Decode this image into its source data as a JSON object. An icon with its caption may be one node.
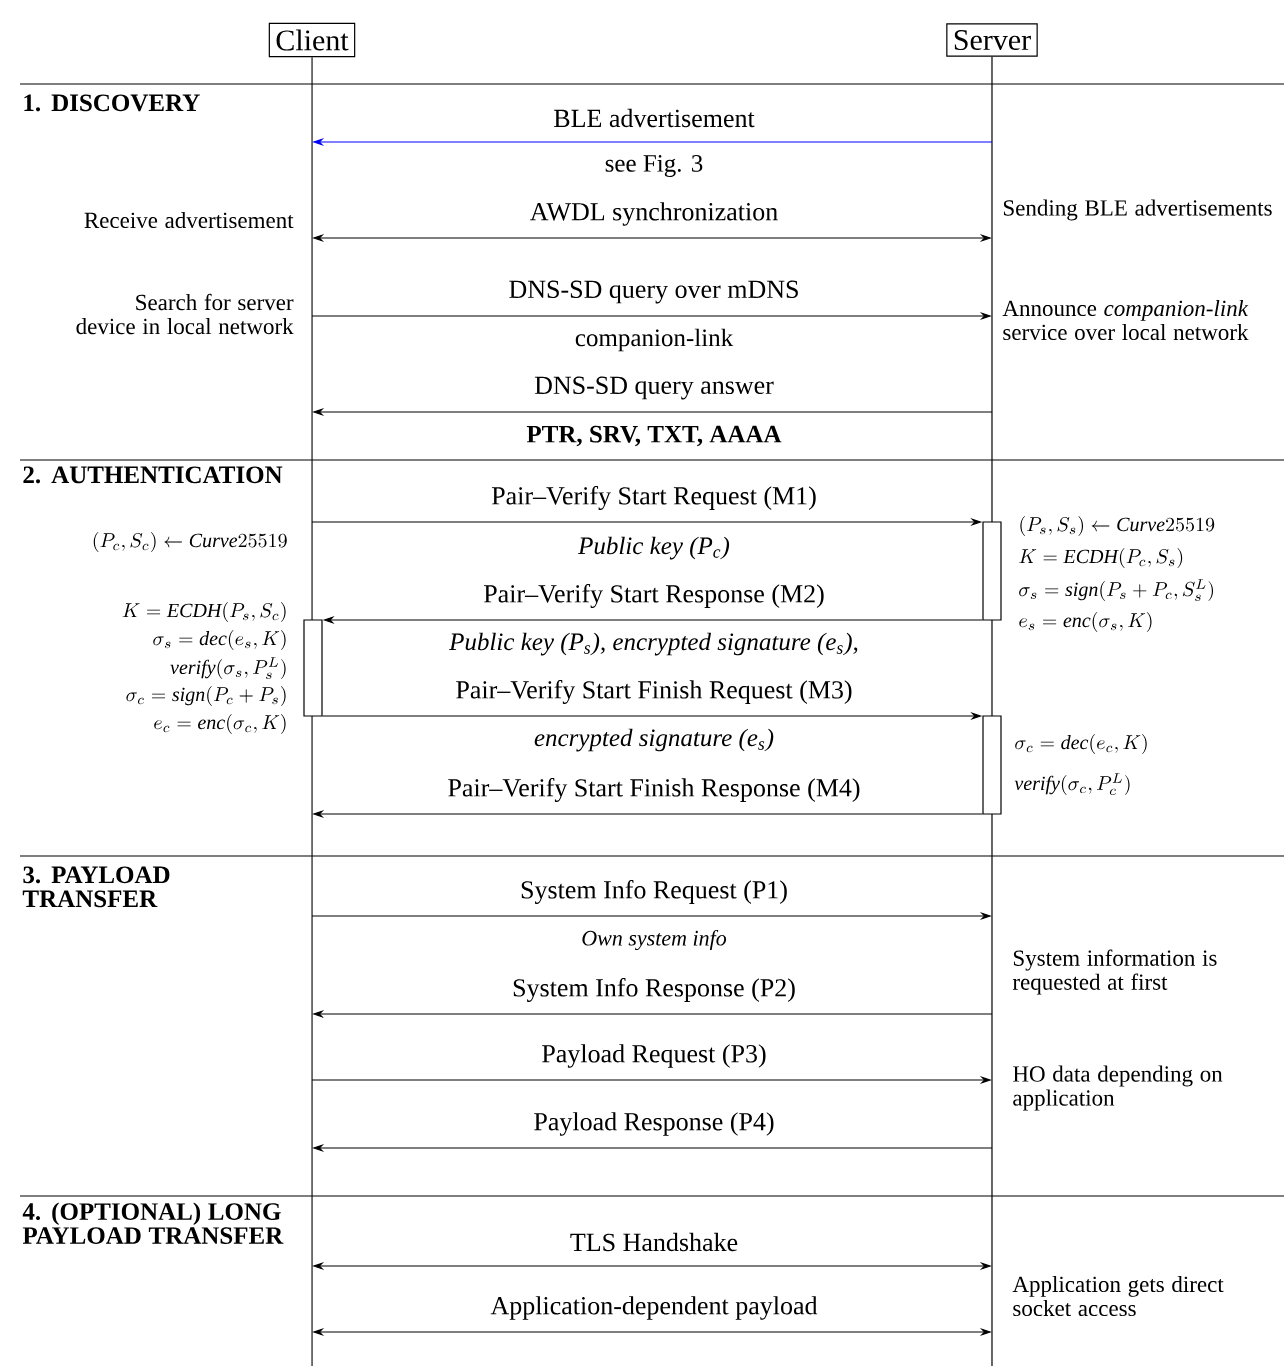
{
  "diagram": {
    "nodes": [
      {
        "text": [
          "Client"
        ]
      },
      {
        "text": [
          "Server"
        ]
      },
      {
        "text": [],
        "shape": "bar",
        "in": 1,
        "beside": [
          "(P_s,S_s) \\leftarrow \\mathit{Curve}25519",
          "K = \\mathit{ECDH}(P_c,S_s)",
          "\\sigma_s = \\mathit{sign}(P_s+P_c,S_s^L)",
          "e_s = \\mathit{enc}(\\sigma_s,K)"
        ]
      },
      {
        "text": [],
        "shape": "bar",
        "in": 0,
        "beside": [
          "K = \\mathit{ECDH}(P_s,S_c)",
          "\\sigma_s = \\mathit{dec}(e_s,K)",
          "\\mathit{verify}(\\sigma_s,P_s^L)",
          "\\sigma_c = \\mathit{sign}(P_c+P_s)",
          "e_c = \\mathit{enc}(\\sigma_c,K)"
        ]
      },
      {
        "text": [],
        "shape": "bar",
        "in": 1,
        "beside": [
          "\\sigma_c = \\mathit{dec}(e_c,K)",
          "\\mathit{verify}(\\sigma_c,P_c^L)"
        ]
      }
    ],
    "edges": [
      {
        "from": 1,
        "to": 0,
        "arrow": "to",
        "label": "BLE advertisement",
        "color": "#0000ff"
      },
      {
        "from": 0,
        "to": 1,
        "arrow": "both",
        "label": "AWDL synchronization"
      },
      {
        "from": 0,
        "to": 1,
        "arrow": "to",
        "label": "DNS-SD query over mDNS"
      },
      {
        "from": 1,
        "to": 0,
        "arrow": "to",
        "label": "DNS-SD query answer"
      },
      {
        "from": 0,
        "to": 2,
        "arrow": "to",
        "label": "Pair–Verify Start Request (M1)"
      },
      {
        "from": 2,
        "to": 3,
        "arrow": "to",
        "label": "Pair–Verify Start Response (M2)"
      },
      {
        "from": 3,
        "to": 4,
        "arrow": "to",
        "label": "Pair–Verify Start Finish Request (M3)"
      },
      {
        "from": 4,
        "to": 0,
        "arrow": "to",
        "label": "Pair–Verify Start Finish Response (M4)"
      },
      {
        "from": 0,
        "to": 1,
        "arrow": "to",
        "label": "System Info Request (P1)"
      },
      {
        "from": 1,
        "to": 0,
        "arrow": "to",
        "label": "System Info Response (P2)"
      },
      {
        "from": 0,
        "to": 1,
        "arrow": "to",
        "label": "Payload Request (P3)"
      },
      {
        "from": 1,
        "to": 0,
        "arrow": "to",
        "label": "Payload Response (P4)"
      },
      {
        "from": 0,
        "to": 1,
        "arrow": "both",
        "label": "TLS Handshake"
      },
      {
        "from": 0,
        "to": 1,
        "arrow": "both",
        "label": "Application-dependent payload"
      }
    ],
    "labels": [
      "1. DISCOVERY",
      "see Fig. 3",
      "Receive advertisement",
      "Sending BLE advertisements",
      "Search for server device in local network",
      "Announce *companion-link* service over local network",
      "companion-link",
      "PTR, SRV, TXT, AAAA",
      "2. AUTHENTICATION",
      "(P_c,S_c) \\leftarrow \\mathit{Curve}25519",
      "Public key (P$_{c}$)",
      "Public key (P$_{s}$), encrypted signature (e$_{s}$),",
      "encrypted signature (e$_{s}$)",
      "3. PAYLOAD TRANSFER",
      "Own system info",
      "System information is requested at first",
      "HO data depending on application",
      "4. (OPTIONAL) LONG PAYLOAD TRANSFER",
      "Application gets direct socket access"
    ]
  }
}
